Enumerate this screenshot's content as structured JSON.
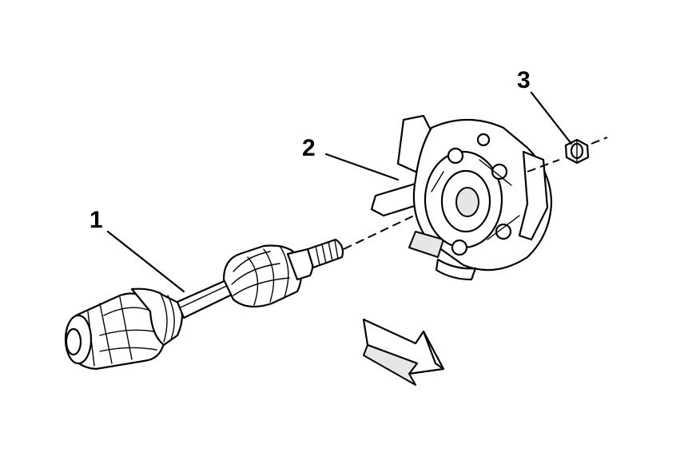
{
  "diagram": {
    "callouts": [
      {
        "id": "1",
        "label": "1",
        "part": "drive-axle-shaft"
      },
      {
        "id": "2",
        "label": "2",
        "part": "steering-knuckle-hub"
      },
      {
        "id": "3",
        "label": "3",
        "part": "axle-nut"
      }
    ],
    "direction_arrow": "direction-arrow",
    "colors": {
      "line": "#000000",
      "background": "#ffffff",
      "shade": "#e6e6e6"
    }
  }
}
